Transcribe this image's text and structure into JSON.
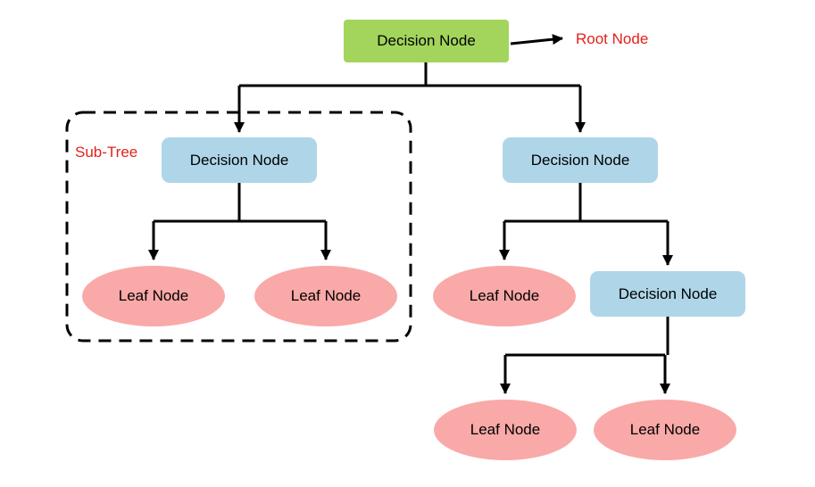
{
  "diagram": {
    "colors": {
      "background": "#ffffff",
      "root_fill": "#a3d55d",
      "decision_fill": "#aed6e8",
      "leaf_fill": "#f9a9a8",
      "annotation_color": "#e32119",
      "line_color": "#000000",
      "node_text_color": "#000000"
    },
    "root": {
      "label": "Decision Node"
    },
    "root_annotation": {
      "label": "Root Node"
    },
    "subtree": {
      "label": "Sub-Tree"
    },
    "level1": {
      "left_decision": {
        "label": "Decision Node"
      },
      "right_decision": {
        "label": "Decision Node"
      }
    },
    "level2": {
      "leaf_a": {
        "label": "Leaf Node"
      },
      "leaf_b": {
        "label": "Leaf Node"
      },
      "leaf_c": {
        "label": "Leaf Node"
      },
      "right_child_decision": {
        "label": "Decision Node"
      }
    },
    "level3": {
      "leaf_d": {
        "label": "Leaf Node"
      },
      "leaf_e": {
        "label": "Leaf Node"
      }
    }
  }
}
